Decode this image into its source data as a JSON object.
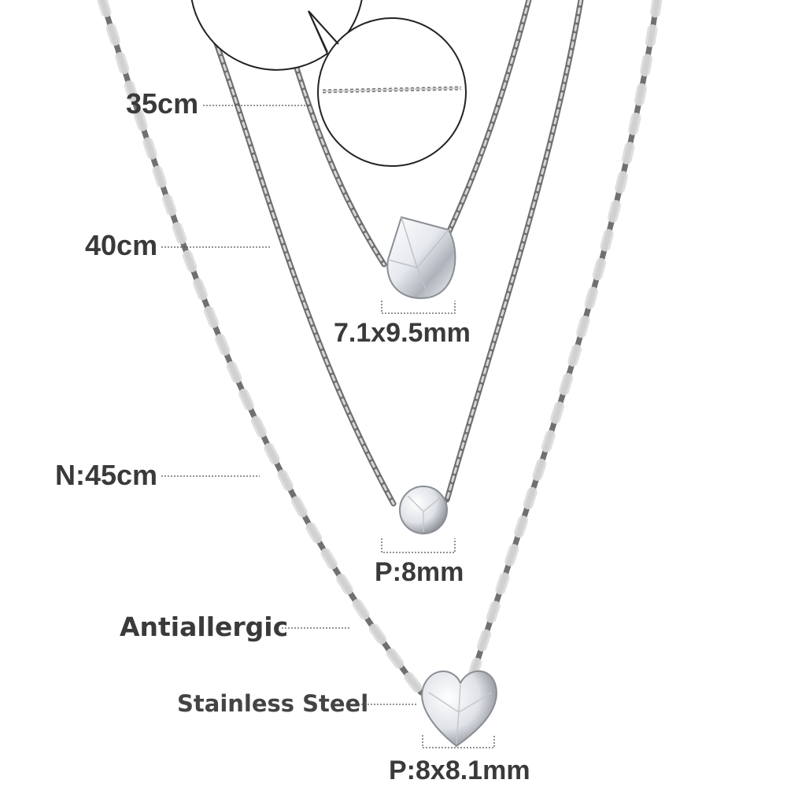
{
  "annotations": {
    "length_short": "35cm",
    "length_mid": "40cm",
    "length_long": "N:45cm",
    "feature": "Antiallergic",
    "material": "Stainless Steel",
    "pendant_top_size": "7.1x9.5mm",
    "pendant_mid_size": "P:8mm",
    "pendant_bottom_size": "P:8x8.1mm"
  },
  "colors": {
    "chain_dark": "#6e6e6e",
    "chain_light": "#cfcfcf",
    "label_text": "#3a3a3a",
    "background": "#ffffff"
  }
}
